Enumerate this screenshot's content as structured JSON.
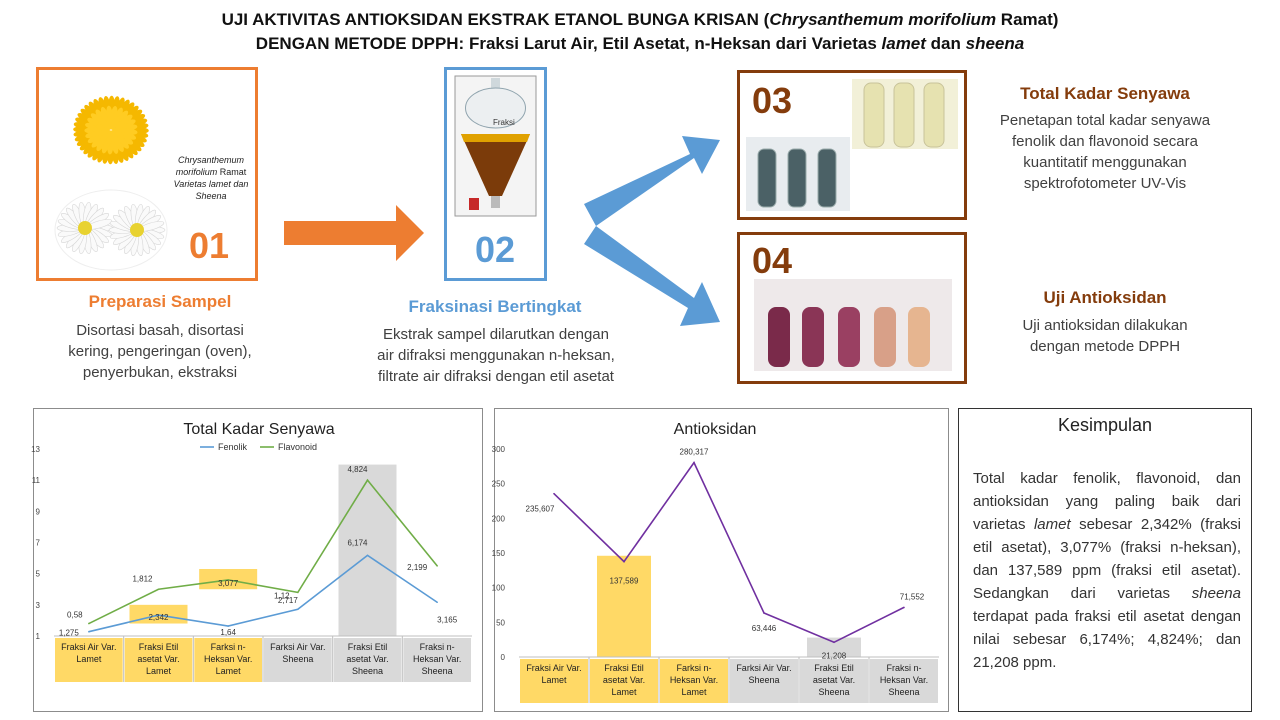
{
  "header": {
    "line1_a": "UJI AKTIVITAS ANTIOKSIDAN EKSTRAK ETANOL BUNGA KRISAN (",
    "line1_italic": "Chrysanthemum morifolium",
    "line1_b": " Ramat)",
    "line2_a": "DENGAN METODE DPPH: Fraksi Larut Air, Etil Asetat, n-Heksan dari Varietas ",
    "line2_italic1": "lamet",
    "line2_mid": " dan ",
    "line2_italic2": "sheena"
  },
  "steps": {
    "s01": {
      "number": "01",
      "species_italic1": "Chrysanthemum morifolium",
      "species_normal": " Ramat",
      "species_italic2": "Varietas lamet dan Sheena",
      "title": "Preparasi  Sampel",
      "desc1": "Disortasi basah, disortasi",
      "desc2": "kering, pengeringan (oven),",
      "desc3": "penyerbukan, ekstraksi"
    },
    "s02": {
      "number": "02",
      "funnel_label": "Fraksi",
      "title": "Fraksinasi  Bertingkat",
      "desc1": "Ekstrak sampel dilarutkan dengan",
      "desc2": "air difraksi menggunakan n-heksan,",
      "desc3": "filtrate air difraksi dengan etil asetat"
    },
    "s03": {
      "number": "03",
      "title": "Total Kadar Senyawa",
      "desc1": "Penetapan total kadar senyawa",
      "desc2": "fenolik dan flavonoid secara",
      "desc3": "kuantitatif menggunakan",
      "desc4": "spektrofotometer UV-Vis"
    },
    "s04": {
      "number": "04",
      "title": "Uji Antioksidan",
      "desc1": "Uji antioksidan dilakukan",
      "desc2": "dengan metode DPPH"
    }
  },
  "colors": {
    "orange": "#ed7d31",
    "blue": "#5b9bd5",
    "brown": "#843c0c",
    "green": "#70ad47",
    "purple": "#7030a0",
    "yellow_highlight": "#ffd966",
    "gray_highlight": "#d9d9d9"
  },
  "chart_data": [
    {
      "type": "line",
      "title": "Total Kadar Senyawa",
      "categories": [
        [
          "Fraksi Air Var.",
          "Lamet"
        ],
        [
          "Fraksi Etil",
          "asetat Var.",
          "Lamet"
        ],
        [
          "Farksi n-",
          "Heksan Var.",
          "Lamet"
        ],
        [
          "Farksi Air Var.",
          "Sheena"
        ],
        [
          "Fraksi Etil",
          "asetat Var.",
          "Sheena"
        ],
        [
          "Fraksi n-",
          "Heksan Var.",
          "Sheena"
        ]
      ],
      "category_highlight": [
        "yellow",
        "yellow",
        "yellow",
        "gray",
        "gray",
        "gray"
      ],
      "yticks": [
        1,
        3,
        5,
        7,
        9,
        11,
        13
      ],
      "ylim": [
        1,
        13
      ],
      "legend": "top-center",
      "series": [
        {
          "name": "Fenolik",
          "color": "#5b9bd5",
          "values": [
            1.275,
            2.342,
            1.64,
            2.717,
            6.174,
            3.165
          ],
          "labels": [
            "1,275",
            "2,342",
            "1,64",
            "2,717",
            "6,174",
            "3,165"
          ]
        },
        {
          "name": "Flavonoid",
          "color": "#70ad47",
          "values": [
            1.8,
            4.0,
            4.6,
            3.8,
            11.0,
            5.5
          ],
          "labels": [
            "0,58",
            "1,812",
            "3,077",
            "1,12",
            "4,824",
            "2,199"
          ]
        }
      ]
    },
    {
      "type": "line",
      "title": "Antioksidan",
      "categories": [
        [
          "Fraksi Air Var.",
          "Lamet"
        ],
        [
          "Fraksi Etil",
          "asetat Var.",
          "Lamet"
        ],
        [
          "Farksi n-",
          "Heksan Var.",
          "Lamet"
        ],
        [
          "Farksi Air Var.",
          "Sheena"
        ],
        [
          "Fraksi Etil",
          "asetat Var.",
          "Sheena"
        ],
        [
          "Fraksi n-",
          "Heksan Var.",
          "Sheena"
        ]
      ],
      "category_highlight": [
        "yellow",
        "yellow",
        "yellow",
        "gray",
        "gray",
        "gray"
      ],
      "yticks": [
        0,
        50,
        100,
        150,
        200,
        250,
        300
      ],
      "ylim": [
        0,
        300
      ],
      "series": [
        {
          "name": "",
          "color": "#7030a0",
          "values": [
            235.607,
            137.589,
            280.317,
            63.446,
            21.208,
            71.552
          ],
          "labels": [
            "235,607",
            "137,589",
            "280,317",
            "63,446",
            "21,208",
            "71,552"
          ]
        }
      ]
    }
  ],
  "conclusion": {
    "title": "Kesimpulan",
    "p1": "Total kadar fenolik, flavonoid, dan antioksidan yang paling baik dari varietas ",
    "p1_italic": "lamet",
    "p2": " sebesar 2,342% (fraksi etil asetat), 3,077% (fraksi n-heksan), dan 137,589 ppm (fraksi etil asetat). Sedangkan dari varietas ",
    "p2_italic": "sheena",
    "p3": " terdapat pada fraksi etil asetat dengan nilai sebesar 6,174%; 4,824%; dan 21,208 ppm."
  }
}
